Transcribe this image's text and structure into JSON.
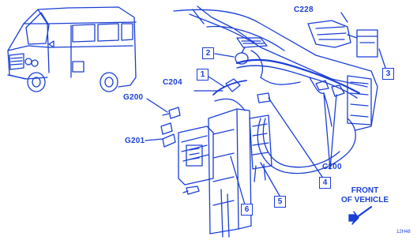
{
  "labels": {
    "c228": "C228",
    "c204": "C204",
    "g200": "G200",
    "g201": "G201",
    "c200": "C200"
  },
  "callouts": [
    "1",
    "2",
    "3",
    "4",
    "5",
    "6"
  ],
  "front_of_vehicle": {
    "line1": "FRONT",
    "line2": "OF VEHICLE"
  },
  "figure_code": "12H48",
  "colors": {
    "line": "#1a3fd6",
    "background": "#ffffff"
  }
}
